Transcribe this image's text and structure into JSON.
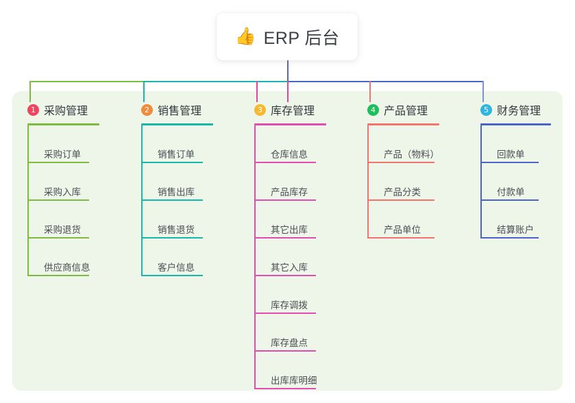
{
  "root": {
    "icon": "thumbs-up-icon",
    "emoji": "👍",
    "title": "ERP 后台"
  },
  "palette": {
    "panel_bg": "#edf6e8",
    "page_bg": "#ffffff",
    "text": "#4a4e55",
    "root_stem": "#5b62c4",
    "bus_left": "#7cbb3f",
    "bus_mid": "#16b7a8",
    "bus_right": "#4a63c8"
  },
  "columns": [
    {
      "number": "1",
      "title": "采购管理",
      "badge_color": "#f0455f",
      "line_color": "#7cbb3f",
      "drop_color": "#7cbb3f",
      "items": [
        "采购订单",
        "采购入库",
        "采购退货",
        "供应商信息"
      ]
    },
    {
      "number": "2",
      "title": "销售管理",
      "badge_color": "#f08b3c",
      "line_color": "#16b7a8",
      "drop_color": "#16b7a8",
      "items": [
        "销售订单",
        "销售出库",
        "销售退货",
        "客户信息"
      ]
    },
    {
      "number": "3",
      "title": "库存管理",
      "badge_color": "#f5b82e",
      "line_color": "#e24bb0",
      "drop_color": "#e6449b",
      "items": [
        "仓库信息",
        "产品库存",
        "其它出库",
        "其它入库",
        "库存调拨",
        "库存盘点",
        "出库库明细"
      ]
    },
    {
      "number": "4",
      "title": "产品管理",
      "badge_color": "#1ebe5d",
      "line_color": "#f4736e",
      "drop_color": "#f4736e",
      "items": [
        "产品（物料）",
        "产品分类",
        "产品单位"
      ]
    },
    {
      "number": "5",
      "title": "财务管理",
      "badge_color": "#2eb5e0",
      "line_color": "#4a63c8",
      "drop_color": "#7a93d8",
      "items": [
        "回款单",
        "付款单",
        "结算账户"
      ]
    }
  ]
}
